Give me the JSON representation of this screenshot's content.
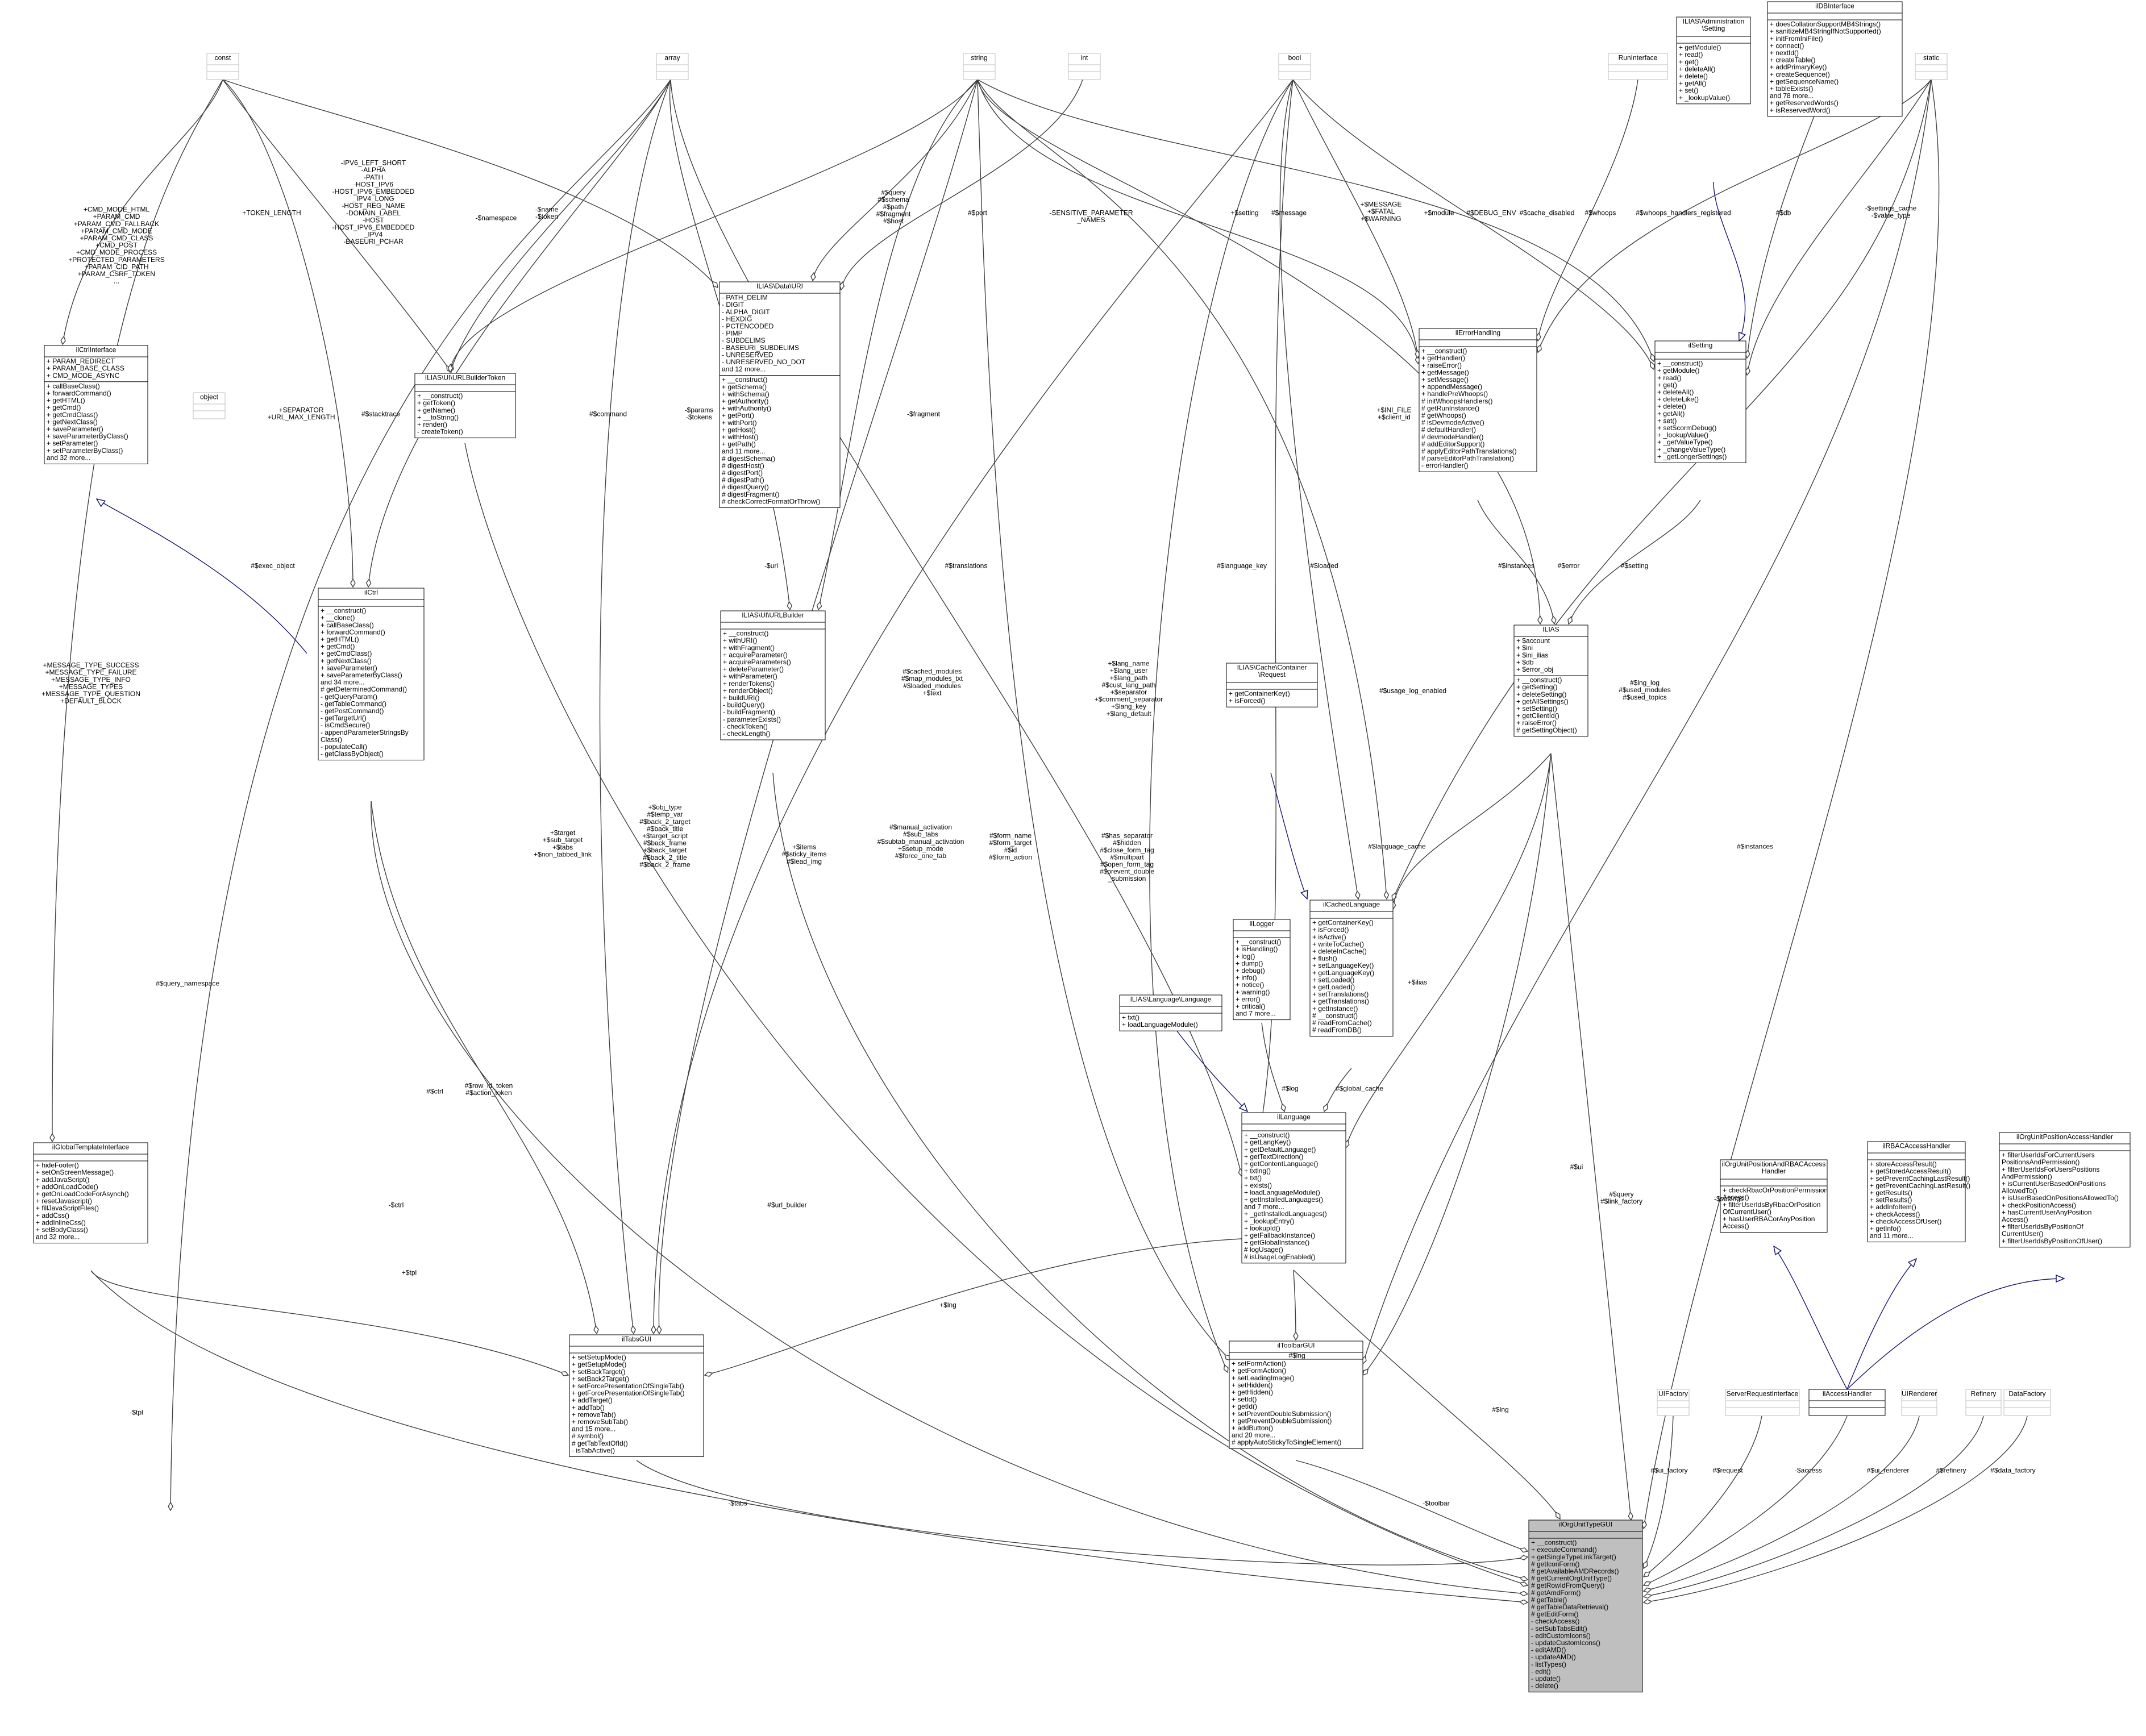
{
  "classes": {
    "const": {
      "title": [
        "const"
      ],
      "attrs": [],
      "methods": []
    },
    "array": {
      "title": [
        "array"
      ],
      "attrs": [],
      "methods": []
    },
    "string": {
      "title": [
        "string"
      ],
      "attrs": [],
      "methods": []
    },
    "int": {
      "title": [
        "int"
      ],
      "attrs": [],
      "methods": []
    },
    "bool": {
      "title": [
        "bool"
      ],
      "attrs": [],
      "methods": []
    },
    "runinterface": {
      "title": [
        "RunInterface"
      ],
      "attrs": [],
      "methods": []
    },
    "ilias_admin_setting": {
      "title": [
        "ILIAS\\Administration",
        "\\Setting"
      ],
      "attrs": [],
      "methods": [
        "+ getModule()",
        "+ read()",
        "+ get()",
        "+ deleteAll()",
        "+ delete()",
        "+ getAll()",
        "+ set()",
        "+ _lookupValue()"
      ]
    },
    "ildbinterface": {
      "title": [
        "ilDBInterface"
      ],
      "attrs": [],
      "methods": [
        "+ doesCollationSupportMB4Strings()",
        "+ sanitizeMB4StringIfNotSupported()",
        "+ initFromIniFile()",
        "+ connect()",
        "+ nextId()",
        "+ createTable()",
        "+ addPrimaryKey()",
        "+ createSequence()",
        "+ getSequenceName()",
        "+ tableExists()",
        "and 78 more...",
        "+ getReservedWords()",
        "+ isReservedWord()"
      ]
    },
    "static": {
      "title": [
        "static"
      ],
      "attrs": [],
      "methods": []
    },
    "ilctrlinterface": {
      "title": [
        "ilCtrlInterface"
      ],
      "attrs": [
        "+ PARAM_REDIRECT",
        "+ PARAM_BASE_CLASS",
        "+ CMD_MODE_ASYNC"
      ],
      "methods": [
        "+ callBaseClass()",
        "+ forwardCommand()",
        "+ getHTML()",
        "+ getCmd()",
        "+ getCmdClass()",
        "+ getNextClass()",
        "+ saveParameter()",
        "+ saveParameterByClass()",
        "+ setParameter()",
        "+ setParameterByClass()",
        "and 32 more..."
      ]
    },
    "urlbuildertoken": {
      "title": [
        "ILIAS\\UI\\URLBuilderToken"
      ],
      "attrs": [],
      "methods": [
        "+ __construct()",
        "+ getToken()",
        "+ getName()",
        "+ __toString()",
        "+ render()",
        "- createToken()"
      ]
    },
    "datauri": {
      "title": [
        "ILIAS\\Data\\URI"
      ],
      "attrs": [
        "- PATH_DELIM",
        "- DIGIT",
        "- ALPHA_DIGIT",
        "- HEXDIG",
        "- PCTENCODED",
        "- PIMP",
        "- SUBDELIMS",
        "- BASEURI_SUBDELIMS",
        "- UNRESERVED",
        "- UNRESERVED_NO_DOT",
        "and 12 more..."
      ],
      "methods": [
        "+ __construct()",
        "+ getSchema()",
        "+ withSchema()",
        "+ getAuthority()",
        "+ withAuthority()",
        "+ getPort()",
        "+ withPort()",
        "+ getHost()",
        "+ withHost()",
        "+ getPath()",
        "and 11 more...",
        "# digestSchema()",
        "# digestHost()",
        "# digestPort()",
        "# digestPath()",
        "# digestQuery()",
        "# digestFragment()",
        "# checkCorrectFormatOrThrow()"
      ]
    },
    "ilerrorhandling": {
      "title": [
        "ilErrorHandling"
      ],
      "attrs": [],
      "methods": [
        "+ __construct()",
        "+ getHandler()",
        "+ raiseError()",
        "+ getMessage()",
        "+ setMessage()",
        "+ appendMessage()",
        "+ handlePreWhoops()",
        "# initWhoopsHandlers()",
        "# getRunInstance()",
        "# getWhoops()",
        "# isDevmodeActive()",
        "# defaultHandler()",
        "# devmodeHandler()",
        "# addEditorSupport()",
        "# applyEditorPathTranslations()",
        "# parseEditorPathTranslation()",
        "- errorHandler()"
      ]
    },
    "ilsetting": {
      "title": [
        "ilSetting"
      ],
      "attrs": [],
      "methods": [
        "+ __construct()",
        "+ getModule()",
        "+ read()",
        "+ get()",
        "+ deleteAll()",
        "+ deleteLike()",
        "+ delete()",
        "+ getAll()",
        "+ set()",
        "+ setScormDebug()",
        "+ _lookupValue()",
        "+ _getValueType()",
        "+ _changeValueType()",
        "+ _getLongerSettings()"
      ]
    },
    "object": {
      "title": [
        "object"
      ],
      "attrs": [],
      "methods": []
    },
    "ilctrl": {
      "title": [
        "ilCtrl"
      ],
      "attrs": [],
      "methods": [
        "+ __construct()",
        "+ __clone()",
        "+ callBaseClass()",
        "+ forwardCommand()",
        "+ getHTML()",
        "+ getCmd()",
        "+ getCmdClass()",
        "+ getNextClass()",
        "+ saveParameter()",
        "+ saveParameterByClass()",
        "and 34 more...",
        "# getDeterminedCommand()",
        "- getQueryParam()",
        "- getTableCommand()",
        "- getPostCommand()",
        "- getTargetUrl()",
        "- isCmdSecure()",
        "- appendParameterStringsBy",
        "Class()",
        "- populateCall()",
        "- getClassByObject()"
      ]
    },
    "urlbuilder": {
      "title": [
        "ILIAS\\UI\\URLBuilder"
      ],
      "attrs": [],
      "methods": [
        "+ __construct()",
        "+ withURI()",
        "+ withFragment()",
        "+ acquireParameter()",
        "+ acquireParameters()",
        "+ deleteParameter()",
        "+ withParameter()",
        "+ renderTokens()",
        "+ renderObject()",
        "+ buildURI()",
        "- buildQuery()",
        "- buildFragment()",
        "- parameterExists()",
        "- checkToken()",
        "- checkLength()"
      ]
    },
    "ilias": {
      "title": [
        "ILIAS"
      ],
      "attrs": [
        "+ $account",
        "+ $ini",
        "+ $ini_ilias",
        "+ $db",
        "+ $error_obj"
      ],
      "methods": [
        "+ __construct()",
        "+ getSetting()",
        "+ deleteSetting()",
        "+ getAllSettings()",
        "+ setSetting()",
        "+ getClientId()",
        "+ raiseError()",
        "# getSettingObject()"
      ]
    },
    "cacherequest": {
      "title": [
        "ILIAS\\Cache\\Container",
        "\\Request"
      ],
      "attrs": [],
      "methods": [
        "+ getContainerKey()",
        "+ isForced()"
      ]
    },
    "ilcachedlanguage": {
      "title": [
        "ilCachedLanguage"
      ],
      "attrs": [],
      "methods": [
        "+ getContainerKey()",
        "+ isForced()",
        "+ isActive()",
        "+ writeToCache()",
        "+ deleteInCache()",
        "+ flush()",
        "+ setLanguageKey()",
        "+ getLanguageKey()",
        "+ setLoaded()",
        "+ getLoaded()",
        "+ setTranslations()",
        "+ getTranslations()",
        "+ getInstance()",
        "# __construct()",
        "# readFromCache()",
        "# readFromDB()"
      ]
    },
    "illogger": {
      "title": [
        "ilLogger"
      ],
      "attrs": [],
      "methods": [
        "+ __construct()",
        "+ isHandling()",
        "+ log()",
        "+ dump()",
        "+ debug()",
        "+ info()",
        "+ notice()",
        "+ warning()",
        "+ error()",
        "+ critical()",
        "and 7 more..."
      ]
    },
    "iliaslanguage": {
      "title": [
        "ILIAS\\Language\\Language"
      ],
      "attrs": [],
      "methods": [
        "+ txt()",
        "+ loadLanguageModule()"
      ]
    },
    "illanguage": {
      "title": [
        "ilLanguage"
      ],
      "attrs": [],
      "methods": [
        "+ __construct()",
        "+ getLangKey()",
        "+ getDefaultLanguage()",
        "+ getTextDirection()",
        "+ getContentLanguage()",
        "+ txtlng()",
        "+ txt()",
        "+ exists()",
        "+ loadLanguageModule()",
        "+ getInstalledLanguages()",
        "and 7 more...",
        "+ _getInstalledLanguages()",
        "+ _lookupEntry()",
        "+ lookupId()",
        "+ getFallbackInstance()",
        "+ getGlobalInstance()",
        "# logUsage()",
        "# isUsageLogEnabled()"
      ]
    },
    "ilglobaltemplateinterface": {
      "title": [
        "ilGlobalTemplateInterface"
      ],
      "attrs": [],
      "methods": [
        "+ hideFooter()",
        "+ setOnScreenMessage()",
        "+ addJavaScript()",
        "+ addOnLoadCode()",
        "+ getOnLoadCodeForAsynch()",
        "+ resetJavascript()",
        "+ fillJavaScriptFiles()",
        "+ addCss()",
        "+ addInlineCss()",
        "+ setBodyClass()",
        "and 32 more..."
      ]
    },
    "iltabsgui": {
      "title": [
        "ilTabsGUI"
      ],
      "attrs": [],
      "methods": [
        "+ setSetupMode()",
        "+ getSetupMode()",
        "+ setBackTarget()",
        "+ setBack2Target()",
        "+ setForcePresentationOfSingleTab()",
        "+ getForcePresentationOfSingleTab()",
        "+ addTarget()",
        "+ addTab()",
        "+ removeTab()",
        "+ removeSubTab()",
        "and 15 more...",
        "# symbol()",
        "# getTabTextOfId()",
        "- isTabActive()"
      ]
    },
    "iltoolbargui": {
      "title": [
        "ilToolbarGUI"
      ],
      "attrs": [],
      "methods": [
        "+ setFormAction()",
        "+ getFormAction()",
        "+ setLeadingImage()",
        "+ setHidden()",
        "+ getHidden()",
        "+ setId()",
        "+ getId()",
        "+ setPreventDoubleSubmission()",
        "+ getPreventDoubleSubmission()",
        "+ addButton()",
        "and 20 more...",
        "# applyAutoStickyToSingleElement()"
      ]
    },
    "iloupos": {
      "title": [
        "ilOrgUnitPositionAndRBACAccess",
        "Handler"
      ],
      "attrs": [],
      "methods": [
        "+ checkRbacOrPositionPermission",
        "Access()",
        "+ filterUserIdsByRbacOrPosition",
        "OfCurrentUser()",
        "+ hasUserRBACorAnyPosition",
        "Access()"
      ]
    },
    "ilrbac": {
      "title": [
        "ilRBACAccessHandler"
      ],
      "attrs": [],
      "methods": [
        "+ storeAccessResult()",
        "+ getStoredAccessResult()",
        "+ setPreventCachingLastResult()",
        "+ getPreventCachingLastResult()",
        "+ getResults()",
        "+ setResults()",
        "+ addInfoItem()",
        "+ checkAccess()",
        "+ checkAccessOfUser()",
        "+ getInfo()",
        "and 11 more..."
      ]
    },
    "iloupa": {
      "title": [
        "ilOrgUnitPositionAccessHandler"
      ],
      "attrs": [],
      "methods": [
        "+ filterUserIdsForCurrentUsers",
        "PositionsAndPermission()",
        "+ filterUserIdsForUsersPositions",
        "AndPermission()",
        "+ isCurrentUserBasedOnPositions",
        "AllowedTo()",
        "+ isUserBasedOnPositionsAllowedTo()",
        "+ checkPositionAccess()",
        "+ hasCurrentUserAnyPosition",
        "Access()",
        "+ filterUserIdsByPositionOf",
        "CurrentUser()",
        "+ filterUserIdsByPositionOfUser()"
      ]
    },
    "uifactory": {
      "title": [
        "UIFactory"
      ],
      "attrs": [],
      "methods": []
    },
    "serverrequest": {
      "title": [
        "ServerRequestInterface"
      ],
      "attrs": [],
      "methods": []
    },
    "ilaccesshandler": {
      "title": [
        "ilAccessHandler"
      ],
      "attrs": [],
      "methods": []
    },
    "uirenderer": {
      "title": [
        "UIRenderer"
      ],
      "attrs": [],
      "methods": []
    },
    "refinery": {
      "title": [
        "Refinery"
      ],
      "attrs": [],
      "methods": []
    },
    "datafactory": {
      "title": [
        "DataFactory"
      ],
      "attrs": [],
      "methods": []
    },
    "ilorgunittypegui": {
      "title": [
        "ilOrgUnitTypeGUI"
      ],
      "attrs": [],
      "methods": [
        "+ __construct()",
        "+ executeCommand()",
        "+ getSingleTypeLinkTarget()",
        "# getIconForm()",
        "# getAvailableAMDRecords()",
        "# getCurrentOrgUnitType()",
        "# getRowIdFromQuery()",
        "# getAmdForm()",
        "# getTable()",
        "# getTableDataRetrieval()",
        "# getEditForm()",
        "- checkAccess()",
        "- setSubTabsEdit()",
        "- editCustomIcons()",
        "- updateCustomIcons()",
        "- editAMD()",
        "- updateAMD()",
        "- listTypes()",
        "- edit()",
        "- update()",
        "- delete()"
      ]
    }
  },
  "labels": {
    "const_ctrlif": [
      "+CMD_MODE_HTML",
      "+PARAM_CMD",
      "+PARAM_CMD_FALLBACK",
      "+PARAM_CMD_MODE",
      "+PARAM_CMD_CLASS",
      "+CMD_POST",
      "+CMD_MODE_PROCESS",
      "+PROTECTED_PARAMETERS",
      "+PARAM_CID_PATH",
      "+PARAM_CSRF_TOKEN",
      "..."
    ],
    "token_length": [
      "+TOKEN_LENGTH"
    ],
    "ipv6": [
      "-IPV6_LEFT_SHORT",
      "-ALPHA",
      "-PATH",
      "-HOST_IPV6",
      "-HOST_IPV6_EMBEDDED",
      "_IPV4_LONG",
      "-HOST_REG_NAME",
      "-DOMAIN_LABEL",
      "-HOST",
      "-HOST_IPV6_EMBEDDED",
      "_IPV4",
      "-BASEURI_PCHAR"
    ],
    "name_token": [
      "-$name",
      "-$token"
    ],
    "namespace": [
      "-$namespace"
    ],
    "query_schema": [
      "#$query",
      "#$schema",
      "#$path",
      "#$fragment",
      "#$host"
    ],
    "port": [
      "#$port"
    ],
    "sensitive": [
      "-SENSITIVE_PARAMETER",
      "_NAMES"
    ],
    "setting": [
      "+$setting"
    ],
    "message": [
      "#$message"
    ],
    "message_fatal": [
      "+$MESSAGE",
      "+$FATAL",
      "+$WARNING"
    ],
    "module": [
      "+$module"
    ],
    "debug_env": [
      "#$DEBUG_ENV"
    ],
    "cache_disabled": [
      "#$cache_disabled"
    ],
    "whoops": [
      "#$whoops"
    ],
    "whoops_reg": [
      "#$whoops_handlers_registered"
    ],
    "db": [
      "#$db"
    ],
    "settings_cache": [
      "-$settings_cache",
      "-$value_type"
    ],
    "separator": [
      "+SEPARATOR",
      "+URL_MAX_LENGTH"
    ],
    "stacktrace": [
      "#$stacktrace"
    ],
    "command": [
      "#$command"
    ],
    "params_tokens": [
      "-$params",
      "-$tokens"
    ],
    "fragment": [
      "-$fragment"
    ],
    "exec_object": [
      "#$exec_object"
    ],
    "ini_file": [
      "+$INI_FILE",
      "+$client_id"
    ],
    "uri": [
      "-$uri"
    ],
    "translations": [
      "#$translations"
    ],
    "language_key": [
      "#$language_key"
    ],
    "loaded": [
      "#$loaded"
    ],
    "instances": [
      "#$instances"
    ],
    "error": [
      "#$error"
    ],
    "ilsetting_label": [
      "#$setting"
    ],
    "msg_types": [
      "+MESSAGE_TYPE_SUCCESS",
      "+MESSAGE_TYPE_FAILURE",
      "+MESSAGE_TYPE_INFO",
      "+MESSAGE_TYPES",
      "+MESSAGE_TYPE_QUESTION",
      "+DEFAULT_BLOCK"
    ],
    "cached_modules": [
      "#$cached_modules",
      "#$map_modules_txt",
      "#$loaded_modules",
      "+$text"
    ],
    "lang_name": [
      "+$lang_name",
      "+$lang_user",
      "+$lang_path",
      "#$cust_lang_path",
      "+$separator",
      "+$comment_separator",
      "+$lang_key",
      "+$lang_default"
    ],
    "usage_log": [
      "#$usage_log_enabled"
    ],
    "lng_log": [
      "#$lng_log",
      "#$used_modules",
      "#$used_topics"
    ],
    "language_cache": [
      "#$language_cache"
    ],
    "instances2": [
      "#$instances"
    ],
    "target": [
      "+$target",
      "+$sub_target",
      "+$tabs",
      "+$non_tabbed_link"
    ],
    "obj_type": [
      "+$obj_type",
      "#$temp_var",
      "#$back_2_target",
      "#$back_title",
      "+$target_script",
      "#$back_frame",
      "+$back_target",
      "#$back_2_title",
      "#$back_2_frame"
    ],
    "items": [
      "+$items",
      "#$sticky_items",
      "#$lead_img"
    ],
    "manual_activation": [
      "#$manual_activation",
      "#$sub_tabs",
      "#$subtab_manual_activation",
      "+$setup_mode",
      "#$force_one_tab"
    ],
    "form_name": [
      "#$form_name",
      "#$form_target",
      "#$id",
      "#$form_action"
    ],
    "has_separator": [
      "#$has_separator",
      "#$hidden",
      "#$close_form_tag",
      "#$multipart",
      "#$open_form_tag",
      "#$prevent_double",
      "_submission"
    ],
    "ilias_dep": [
      "+$ilias"
    ],
    "log": [
      "#$log"
    ],
    "global_cache": [
      "#$global_cache"
    ],
    "query_namespace": [
      "#$query_namespace"
    ],
    "row_id": [
      "#$row_id_token",
      "#$action_token"
    ],
    "ctrl": [
      "#$ctrl"
    ],
    "ctrl2": [
      "-$ctrl"
    ],
    "url_builder": [
      "#$url_builder"
    ],
    "tpl": [
      "+$tpl"
    ],
    "lng_tabs": [
      "+$lng"
    ],
    "lng2": [
      "#$lng"
    ],
    "ui": [
      "#$ui"
    ],
    "query_link": [
      "#$query",
      "#$link_factory"
    ],
    "settings": [
      "-$settings"
    ],
    "lng3": [
      "#$lng"
    ],
    "tpl2": [
      "-$tpl"
    ],
    "tabs": [
      "-$tabs"
    ],
    "toolbar": [
      "-$toolbar"
    ],
    "ui_factory": [
      "#$ui_factory"
    ],
    "request": [
      "#$request"
    ],
    "access": [
      "-$access"
    ],
    "ui_renderer": [
      "#$ui_renderer"
    ],
    "refinery": [
      "#$refinery"
    ],
    "data_factory": [
      "#$data_factory"
    ]
  }
}
